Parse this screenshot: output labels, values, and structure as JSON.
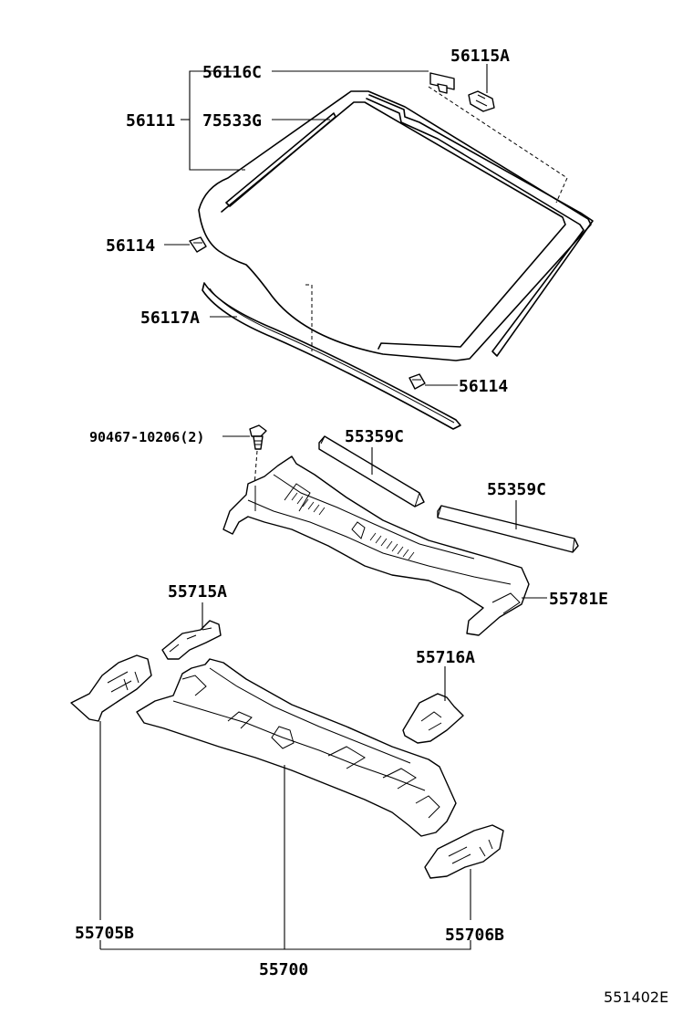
{
  "labels": {
    "p56116C": "56116C",
    "p56115A": "56115A",
    "p56111": "56111",
    "p75533G": "75533G",
    "p56114_left": "56114",
    "p56117A": "56117A",
    "p56114_right": "56114",
    "p90467": "90467-10206(2)",
    "p55359C_upper": "55359C",
    "p55359C_lower": "55359C",
    "p55781E": "55781E",
    "p55715A": "55715A",
    "p55716A": "55716A",
    "p55705B": "55705B",
    "p55706B": "55706B",
    "p55700": "55700"
  },
  "diagram_ref": "551402E"
}
